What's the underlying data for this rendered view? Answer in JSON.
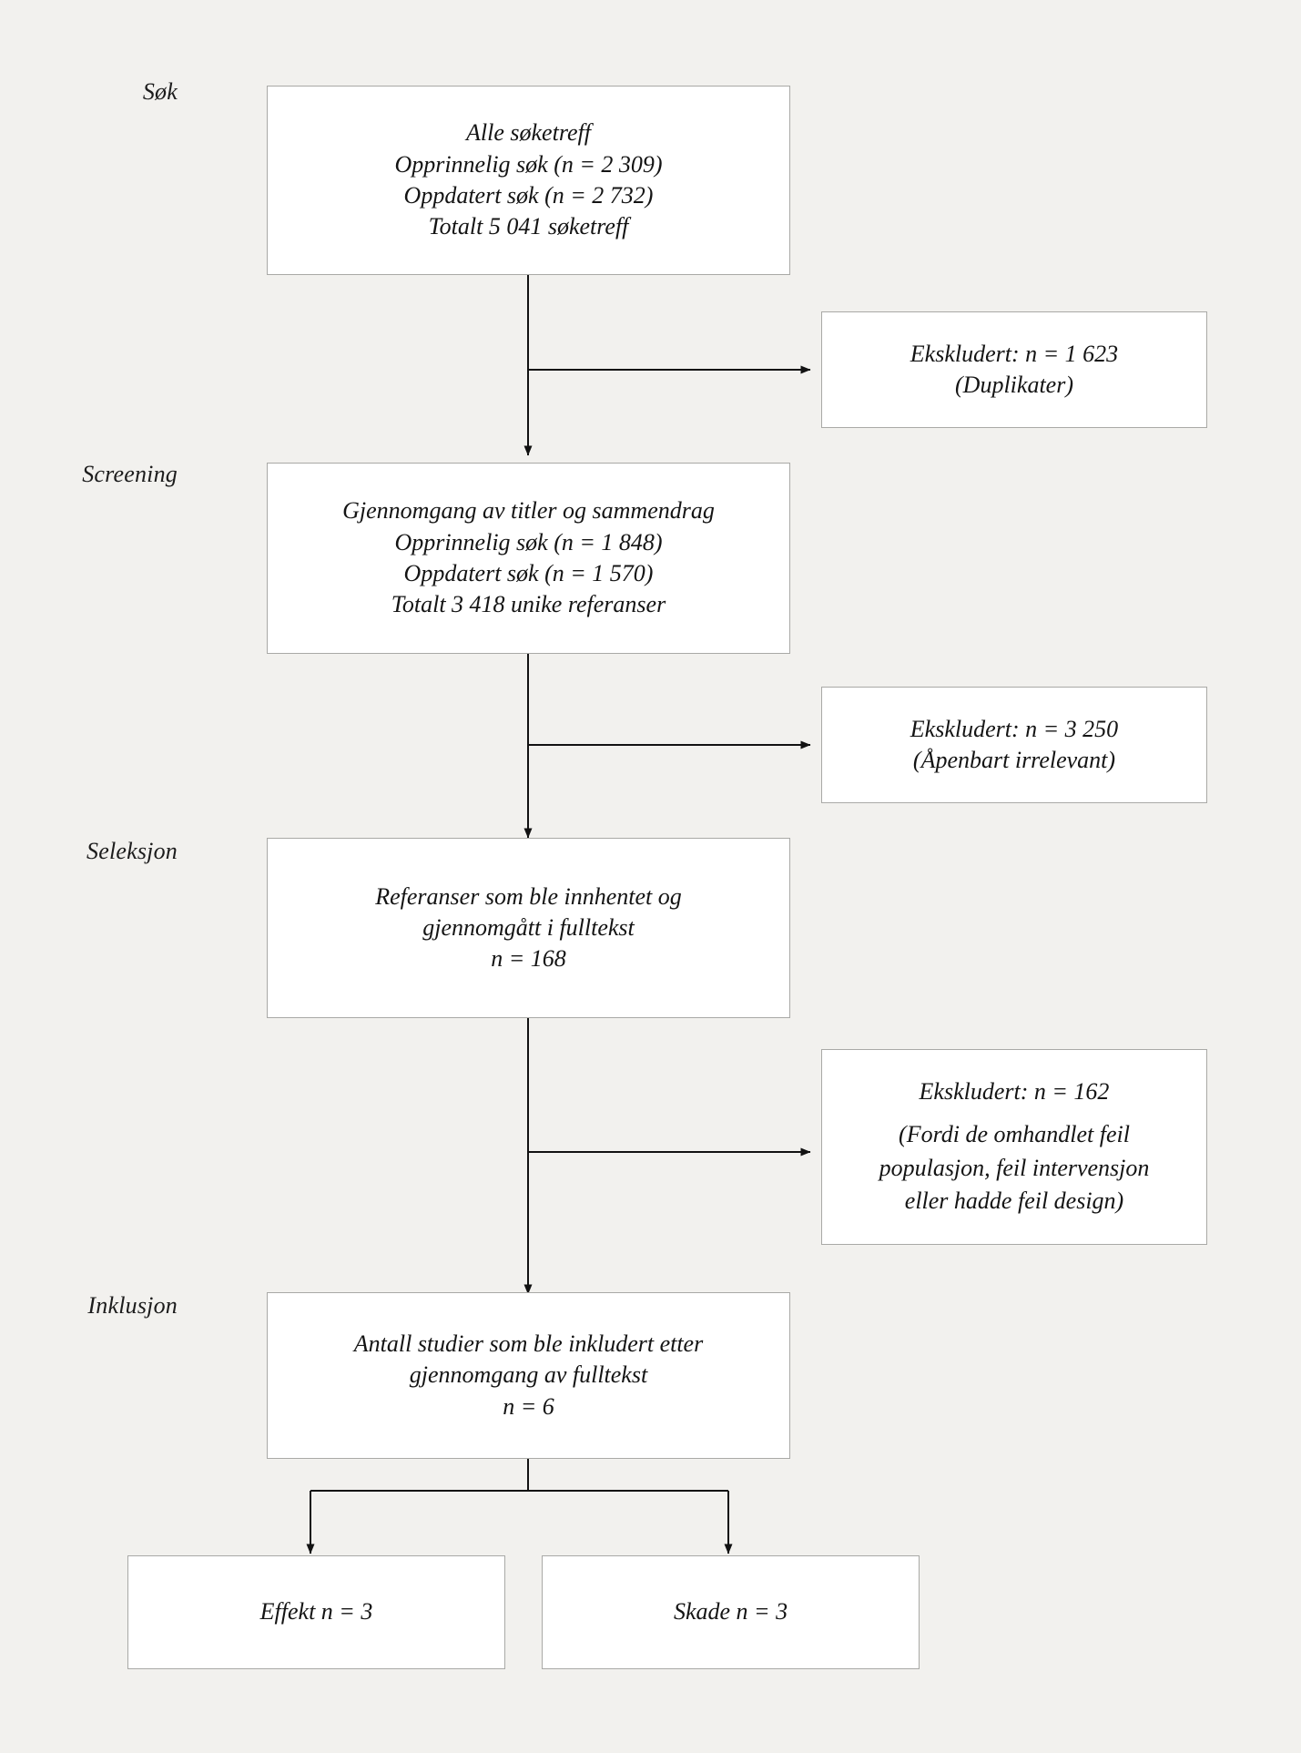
{
  "page": {
    "background_color": "#f2f1ee",
    "box_fill": "#ffffff",
    "box_border_color": "#a9a9a6",
    "text_color": "#141414",
    "language": "no"
  },
  "stage_labels": [
    {
      "id": "sok",
      "label": "Søk"
    },
    {
      "id": "screening",
      "label": "Screening"
    },
    {
      "id": "seleksjon",
      "label": "Seleksjon"
    },
    {
      "id": "inklusjon",
      "label": "Inklusjon"
    }
  ],
  "boxes": {
    "all_hits": {
      "lines": [
        "Alle søketreff",
        "Opprinnelig søk (n = 2 309)",
        "Oppdatert søk (n = 2 732)",
        "Totalt 5 041 søketreff"
      ]
    },
    "excluded_duplicates": {
      "lines": [
        "Ekskludert: n = 1 623",
        "(Duplikater)"
      ]
    },
    "title_abstract_screening": {
      "lines": [
        "Gjennomgang av titler og sammendrag",
        "Opprinnelig søk (n = 1 848)",
        "Oppdatert søk (n = 1 570)",
        "Totalt 3 418 unike referanser"
      ]
    },
    "excluded_irrelevant": {
      "lines": [
        "Ekskludert: n = 3 250",
        "(Åpenbart irrelevant)"
      ]
    },
    "fulltext_retrieved": {
      "lines": [
        "Referanser som ble innhentet og",
        "gjennomgått i fulltekst",
        "n = 168"
      ]
    },
    "excluded_fulltext": {
      "lines": [
        "Ekskludert: n = 162",
        "(Fordi de omhandlet feil",
        "populasjon, feil intervensjon",
        "eller hadde feil design)"
      ]
    },
    "included_studies": {
      "lines": [
        "Antall studier som ble inkludert etter",
        "gjennomgang av fulltekst",
        "n = 6"
      ]
    },
    "outcome_effect": {
      "lines": [
        "Effekt  n = 3"
      ]
    },
    "outcome_harm": {
      "lines": [
        "Skade  n = 3"
      ]
    }
  },
  "flow_summary": {
    "type": "prisma-flow-diagram",
    "stages": 4,
    "totals": {
      "original_search_hits": 2309,
      "updated_search_hits": 2732,
      "total_hits": 5041,
      "duplicates_excluded": 1623,
      "original_screened": 1848,
      "updated_screened": 1570,
      "total_unique_references": 3418,
      "obviously_irrelevant_excluded": 3250,
      "fulltext_assessed": 168,
      "fulltext_excluded": 162,
      "included": 6,
      "effect_studies": 3,
      "harm_studies": 3
    }
  }
}
